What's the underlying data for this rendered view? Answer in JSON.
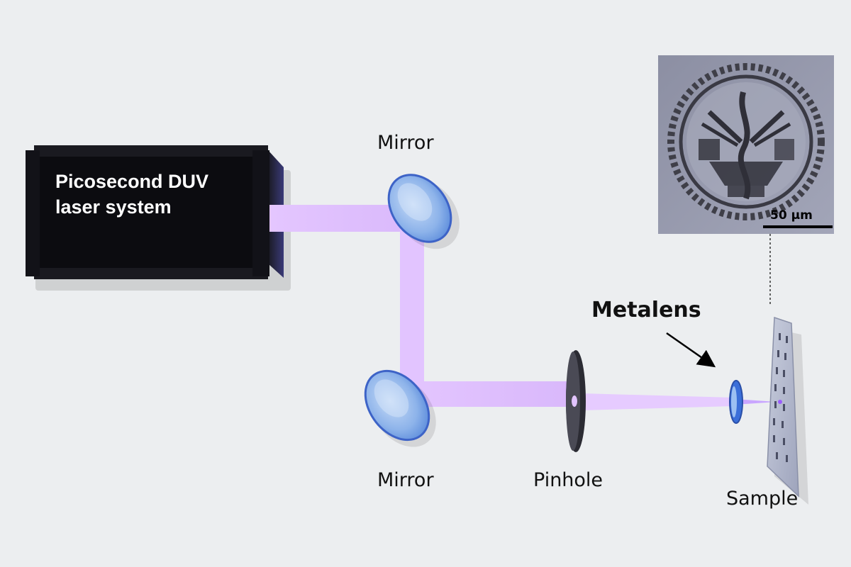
{
  "laser": {
    "line1": "Picosecond DUV",
    "line2": "laser system"
  },
  "labels": {
    "mirror_top": "Mirror",
    "mirror_bottom": "Mirror",
    "pinhole": "Pinhole",
    "metalens": "Metalens",
    "sample": "Sample"
  },
  "inset": {
    "scale_bar": "50 μm"
  },
  "colors": {
    "background": "#eceef0",
    "beam": "#e6c8ff",
    "laser_box": "#0c0c10",
    "optics": "#7fa8e6"
  }
}
